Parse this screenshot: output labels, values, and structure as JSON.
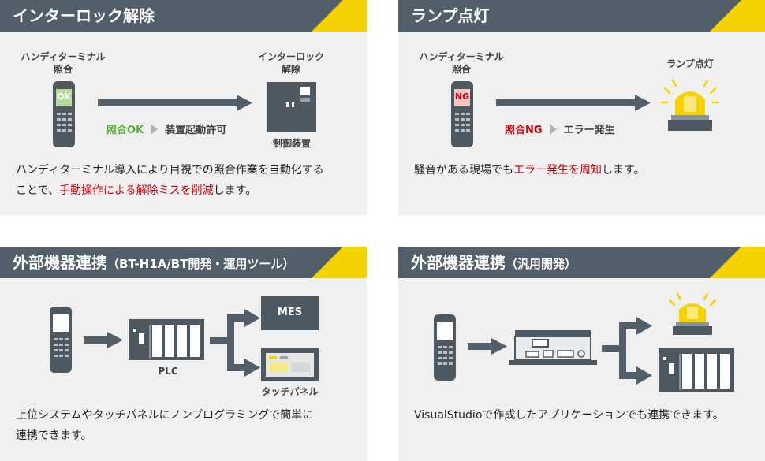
{
  "panels": {
    "interlock": {
      "title": "インターロック解除",
      "handy_label_1": "ハンディターミナル",
      "handy_label_2": "照合",
      "screen_text": "OK",
      "target_label_1": "インターロック",
      "target_label_2": "解除",
      "device_label": "制御装置",
      "flow_result": "照合OK",
      "flow_action": "装置起動許可",
      "desc_line1": "ハンディターミナル導入により目視での照合作業を自動化する",
      "desc_line2_pre": "ことで、",
      "desc_line2_em": "手動操作による解除ミスを削減",
      "desc_line2_post": "します。"
    },
    "lamp": {
      "title": "ランプ点灯",
      "handy_label_1": "ハンディターミナル",
      "handy_label_2": "照合",
      "screen_text": "NG",
      "lamp_label": "ランプ点灯",
      "flow_result": "照合NG",
      "flow_action": "エラー発生",
      "desc_pre": "騒音がある現場でも",
      "desc_em": "エラー発生を周知",
      "desc_post": "します。"
    },
    "external_bt": {
      "title": "外部機器連携",
      "title_sub": "（BT-H1A/BT開発・運用ツール）",
      "plc_label": "PLC",
      "mes_label": "MES",
      "touch_panel_label": "タッチパネル",
      "desc_line1": "上位システムやタッチパネルにノンプログラミングで簡単に",
      "desc_line2": "連携できます。"
    },
    "external_general": {
      "title": "外部機器連携",
      "title_sub": "（汎用開発）",
      "desc": "VisualStudioで作成したアプリケーションでも連携できます。"
    }
  },
  "colors": {
    "header_bg": "#525e69",
    "accent_yellow": "#f5d300",
    "panel_bg": "#f0f0f0",
    "emphasis_red": "#c8000a",
    "ok_green": "#5aa83b",
    "device_gray": "#4e5861"
  },
  "icons": [
    "handy-terminal-icon",
    "arrow-right-icon",
    "control-device-icon",
    "warning-lamp-icon",
    "plc-icon",
    "mes-box-icon",
    "touch-panel-icon",
    "gateway-device-icon",
    "branch-arrow-icon"
  ]
}
